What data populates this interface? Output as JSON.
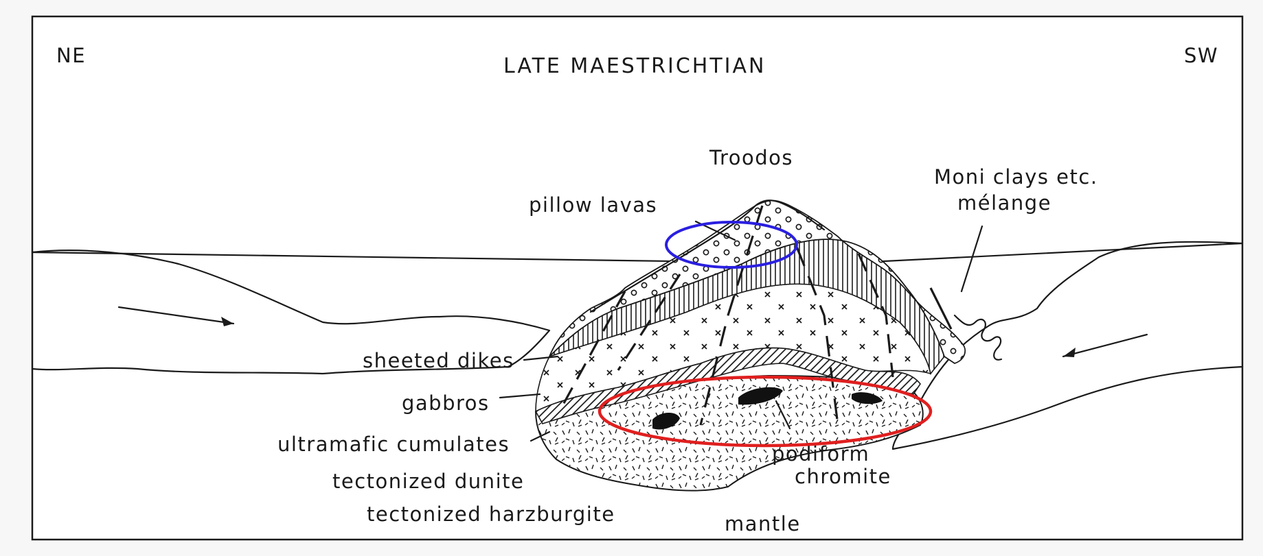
{
  "title": "LATE MAESTRICHTIAN",
  "directions": {
    "left": "NE",
    "right": "SW"
  },
  "labels": {
    "troodos": "Troodos",
    "pillow_lavas": "pillow lavas",
    "moni_clays_line1": "Moni clays etc.",
    "moni_clays_line2": "mélange",
    "sheeted_dikes": "sheeted dikes",
    "gabbros": "gabbros",
    "ultramafic_cumulates": "ultramafic cumulates",
    "tectonized_dunite": "tectonized dunite",
    "tectonized_harzburgite": "tectonized harzburgite",
    "podiform_line1": "podiform",
    "podiform_line2": "chromite",
    "mantle": "mantle"
  },
  "annotations": [
    {
      "name": "pillow-lavas-highlight",
      "shape": "ellipse",
      "color": "#2a1fe0"
    },
    {
      "name": "chromite-highlight",
      "shape": "ellipse",
      "color": "#e01f1f"
    }
  ],
  "colors": {
    "ink": "#1a1a1a",
    "blue": "#2a1fe0",
    "red": "#e01f1f"
  }
}
